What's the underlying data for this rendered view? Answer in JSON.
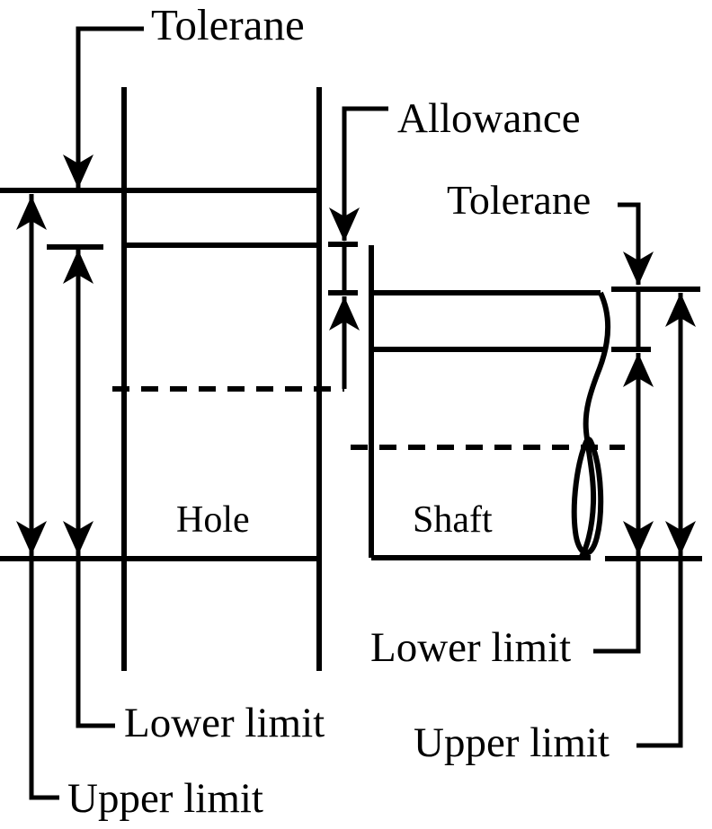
{
  "colors": {
    "line": "#000000",
    "background": "#ffffff"
  },
  "labels": {
    "hole_tolerance": "Tolerane",
    "allowance": "Allowance",
    "shaft_tolerance": "Tolerane",
    "hole": "Hole",
    "shaft": "Shaft",
    "hole_lower_limit": "Lower limit",
    "hole_upper_limit": "Upper limit",
    "shaft_lower_limit": "Lower limit",
    "shaft_upper_limit": "Upper limit"
  }
}
